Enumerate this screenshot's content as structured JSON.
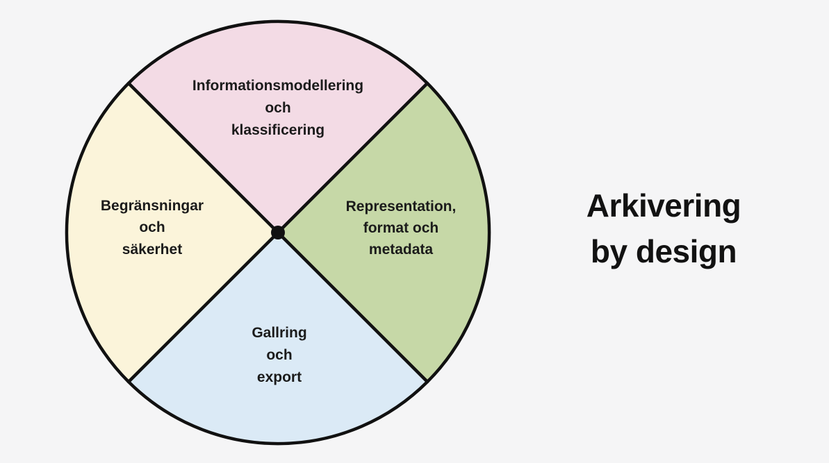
{
  "title": {
    "text": "Arkivering by design",
    "lines": [
      "Arkivering",
      "by design"
    ],
    "color": "#121212"
  },
  "diagram": {
    "type": "quadrant-circle",
    "outline_color": "#111111",
    "center_dot_color": "#111111",
    "background_color": "#f5f5f6",
    "sectors": [
      {
        "id": "informationsmodellering-och-klassificering",
        "position": "top",
        "label": "Informationsmodellering och klassificering",
        "lines": [
          "Informationsmodellering",
          "och",
          "klassificering"
        ],
        "color": "#f3dbe5"
      },
      {
        "id": "representation-format-och-metadata",
        "position": "right",
        "label": "Representation, format och metadata",
        "lines": [
          "Representation,",
          "format och",
          "metadata"
        ],
        "color": "#c6d8a7"
      },
      {
        "id": "gallring-och-export",
        "position": "bottom",
        "label": "Gallring och export",
        "lines": [
          "Gallring",
          "och",
          "export"
        ],
        "color": "#dbeaf6"
      },
      {
        "id": "begransningar-och-sakerhet",
        "position": "left",
        "label": "Begränsningar och säkerhet",
        "lines": [
          "Begränsningar",
          "och",
          "säkerhet"
        ],
        "color": "#fbf4da"
      }
    ]
  }
}
